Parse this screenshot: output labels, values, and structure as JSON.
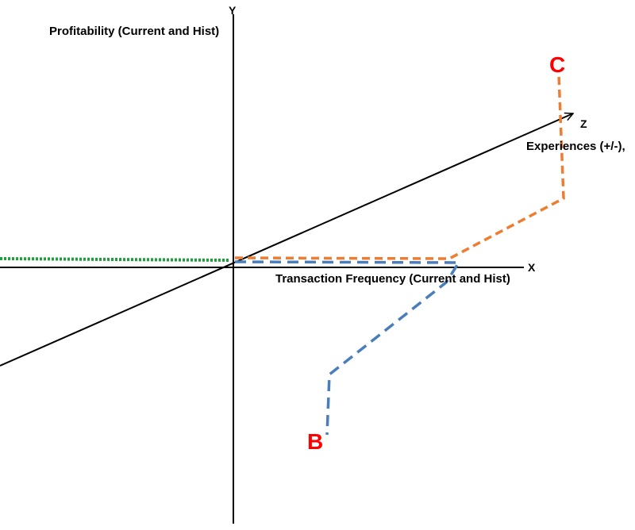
{
  "axes": {
    "y": {
      "letter": "Y",
      "label": "Profitability (Current and Hist)"
    },
    "x": {
      "letter": "X",
      "label": "Transaction Frequency (Current and Hist)"
    },
    "z": {
      "letter": "Z",
      "label": "Experiences (+/-),"
    }
  },
  "points": {
    "b": {
      "label": "B"
    },
    "c": {
      "label": "C"
    }
  },
  "colors": {
    "axis": "#000000",
    "path_b": "#4a7ebb",
    "path_c": "#ed7d31",
    "path_green": "#1f9e3c",
    "point_label": "#ff0000"
  }
}
